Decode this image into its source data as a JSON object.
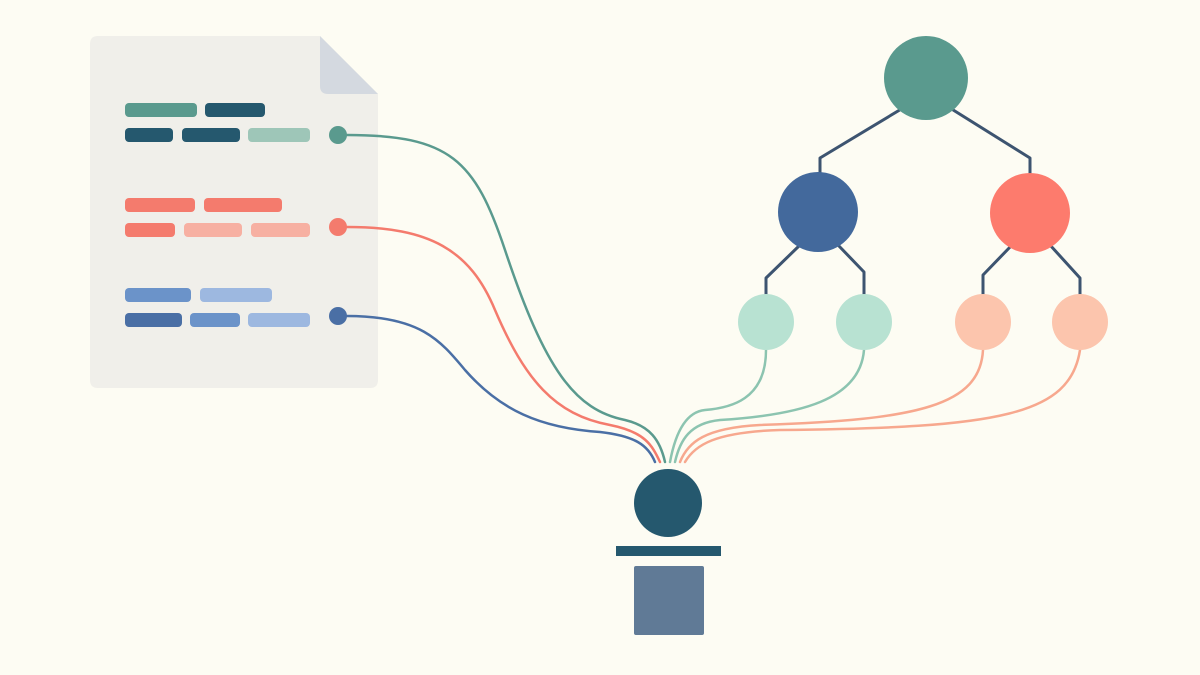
{
  "colors": {
    "background": "#fdfcf3",
    "document": "#f0efea",
    "document_fold": "#d4d9e0",
    "teal": "#5a9a8e",
    "deep_teal": "#25586e",
    "light_teal": "#9ec6b8",
    "coral": "#f47b6d",
    "light_coral": "#f7b0a2",
    "blue": "#4a6fa5",
    "light_blue": "#9db8e0",
    "mint": "#b8e2d2",
    "peach": "#fcc5ad",
    "tree_edge": "#3d5470",
    "pedestal": "#607a96"
  },
  "document": {
    "groups": [
      {
        "name": "teal-group",
        "color": "#5a9a8e"
      },
      {
        "name": "coral-group",
        "color": "#f47b6d"
      },
      {
        "name": "blue-group",
        "color": "#4a6fa5"
      }
    ]
  },
  "tree": {
    "root": {
      "color": "#5a9a8e"
    },
    "branches": [
      {
        "color": "#4a6fa5",
        "leaf_color": "#b8e2d2",
        "leaves": 2
      },
      {
        "color": "#f47b6d",
        "leaf_color": "#fcc5ad",
        "leaves": 2
      }
    ]
  },
  "target": {
    "head_color": "#25586e",
    "base_color": "#607a96"
  }
}
